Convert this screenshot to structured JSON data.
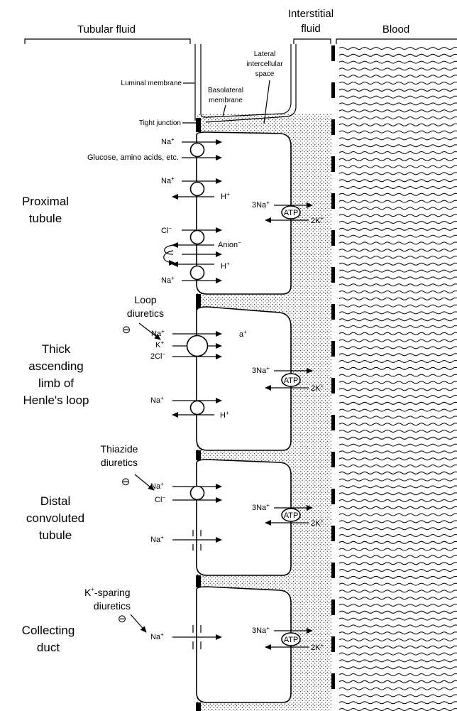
{
  "headers": {
    "tubular": "Tubular fluid",
    "interstitial_1": "Interstitial",
    "interstitial_2": "fluid",
    "blood": "Blood"
  },
  "annotations": {
    "luminal": "Luminal membrane",
    "lateral_1": "Lateral",
    "lateral_2": "intercellular",
    "lateral_3": "space",
    "basolateral_1": "Basolateral",
    "basolateral_2": "membrane",
    "tight_junction": "Tight junction"
  },
  "segments": {
    "proximal": [
      "Proximal",
      "tubule"
    ],
    "thick": [
      "Thick",
      "ascending",
      "limb of",
      "Henle's loop"
    ],
    "distal": [
      "Distal",
      "convoluted",
      "tubule"
    ],
    "collecting": [
      "Collecting",
      "duct"
    ]
  },
  "drugs": {
    "loop": [
      "Loop",
      "diuretics"
    ],
    "thiazide": [
      "Thiazide",
      "diuretics"
    ],
    "ksparing": [
      "K",
      "+",
      "-sparing",
      "diuretics"
    ],
    "inhibit": "⊖"
  },
  "ions": {
    "na": "Na",
    "plus": "+",
    "minus": "−",
    "glucose": "Glucose, amino acids, etc.",
    "h": "H",
    "cl": "Cl",
    "anion": "Anion",
    "k": "K",
    "twocl": "2Cl",
    "a": "a",
    "three_na": "3Na",
    "two_k": "2K",
    "atp": "ATP"
  }
}
